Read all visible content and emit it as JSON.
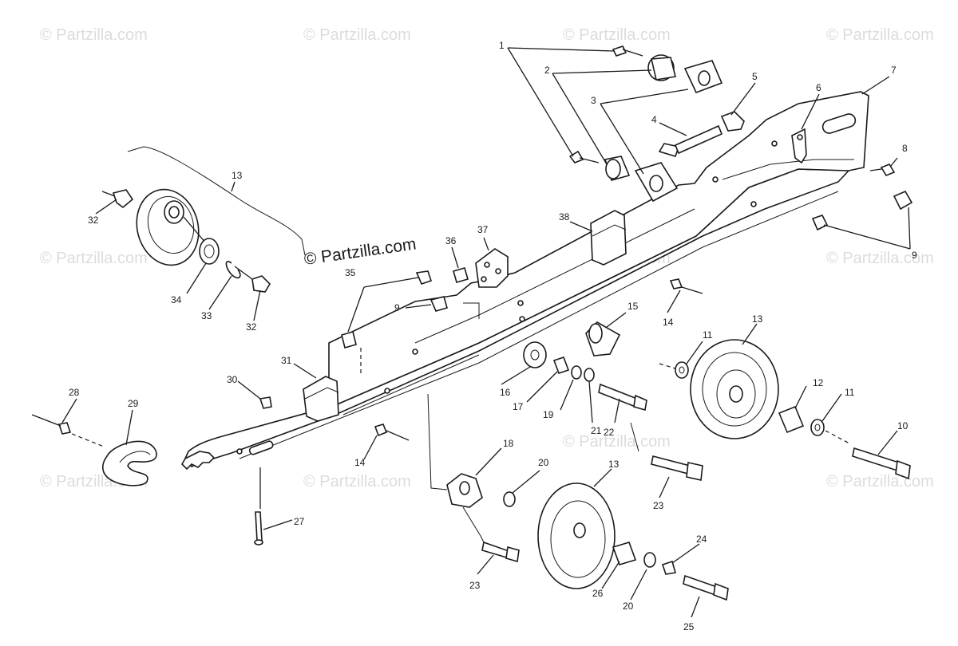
{
  "watermark": "© Partzilla.com",
  "brand_caption": "© Partzilla.com",
  "callouts": [
    "1",
    "2",
    "3",
    "4",
    "5",
    "6",
    "7",
    "8",
    "9",
    "13",
    "32",
    "34",
    "33",
    "32",
    "36",
    "37",
    "38",
    "35",
    "9",
    "15",
    "14",
    "11",
    "13",
    "16",
    "17",
    "19",
    "21",
    "22",
    "12",
    "11",
    "31",
    "30",
    "28",
    "29",
    "14",
    "18",
    "20",
    "13",
    "10",
    "23",
    "27",
    "23",
    "24",
    "26",
    "20",
    "25"
  ]
}
